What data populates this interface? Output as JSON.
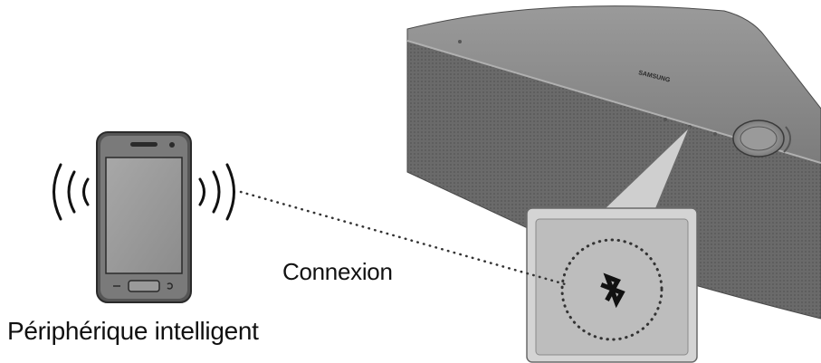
{
  "labels": {
    "connection": "Connexion",
    "device": "Périphérique intelligent"
  },
  "speaker": {
    "brand_logo_text": "SAMSUNG"
  },
  "icons": {
    "phone": "smartphone-icon",
    "signal_left": "signal-waves-left-icon",
    "signal_right": "signal-waves-right-icon",
    "bluetooth": "bluetooth-icon",
    "speaker": "wireless-speaker-icon"
  },
  "colors": {
    "speaker_body": "#6e6e6e",
    "speaker_top": "#8a8a8a",
    "callout_fill": "#bdbdbd",
    "text": "#111111"
  }
}
